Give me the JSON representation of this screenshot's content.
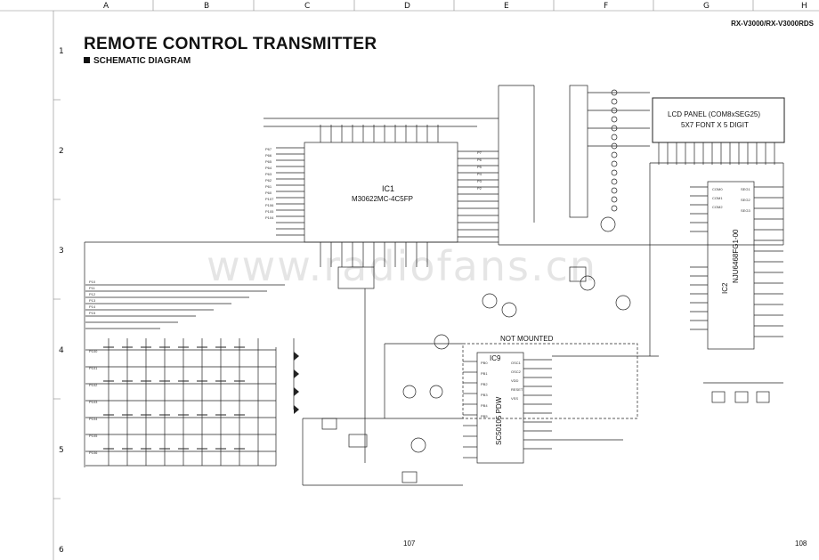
{
  "grid": {
    "columns": [
      "A",
      "B",
      "C",
      "D",
      "E",
      "F",
      "G",
      "H"
    ],
    "rows": [
      "1",
      "2",
      "3",
      "4",
      "5",
      "6"
    ]
  },
  "header": {
    "model": "RX-V3000/RX-V3000RDS"
  },
  "title": "REMOTE CONTROL TRANSMITTER",
  "subtitle": "SCHEMATIC DIAGRAM",
  "watermark": "www.radiofans.cn",
  "components": {
    "ic1_ref": "IC1",
    "ic1_part": "M30622MC-4C5FP",
    "ic2_ref": "IC2",
    "ic2_part": "NJU6468FG1-00",
    "ic9_ref": "IC9",
    "ic9_part": "SC50105 PDW",
    "not_mounted": "NOT MOUNTED"
  },
  "lcd_panel": {
    "line1": "LCD PANEL  (COM8xSEG25)",
    "line2": "5X7 FONT X 5 DIGIT"
  },
  "pages": {
    "left": "107",
    "right": "108"
  }
}
